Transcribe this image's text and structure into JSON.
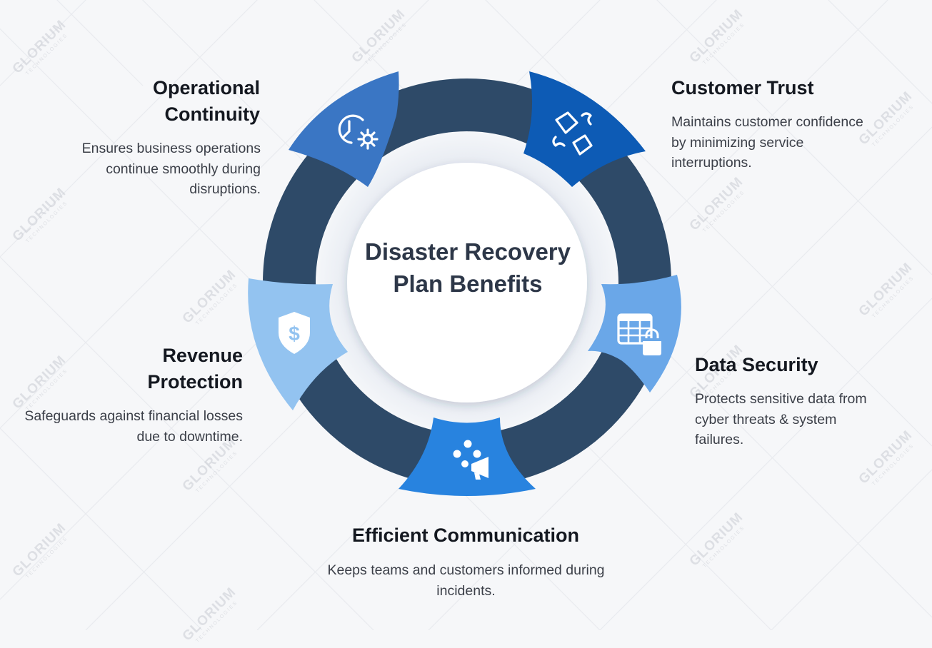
{
  "center_title": "Disaster Recovery Plan Benefits",
  "watermark": {
    "main": "GLORIUM",
    "sub": "TECHNOLOGIES"
  },
  "colors": {
    "ring": "#2e4a68",
    "operational": "#3a76c4",
    "customer": "#0d5bb5",
    "data_security": "#6aa7e8",
    "communication": "#2883df",
    "revenue": "#93c3f0",
    "icon": "#ffffff"
  },
  "benefits": {
    "operational_continuity": {
      "title": "Operational Continuity",
      "description": "Ensures business operations continue smoothly during disruptions.",
      "icon": "clock-gear-icon"
    },
    "customer_trust": {
      "title": "Customer Trust",
      "description": "Maintains customer confidence by minimizing service interruptions.",
      "icon": "handshake-icon"
    },
    "data_security": {
      "title": "Data Security",
      "description": "Protects sensitive data from cyber threats & system failures.",
      "icon": "table-lock-icon"
    },
    "efficient_communication": {
      "title": "Efficient Communication",
      "description": "Keeps teams and customers informed during incidents.",
      "icon": "megaphone-team-icon"
    },
    "revenue_protection": {
      "title": "Revenue Protection",
      "description": "Safeguards against financial losses due to downtime.",
      "icon": "dollar-shield-icon"
    }
  }
}
